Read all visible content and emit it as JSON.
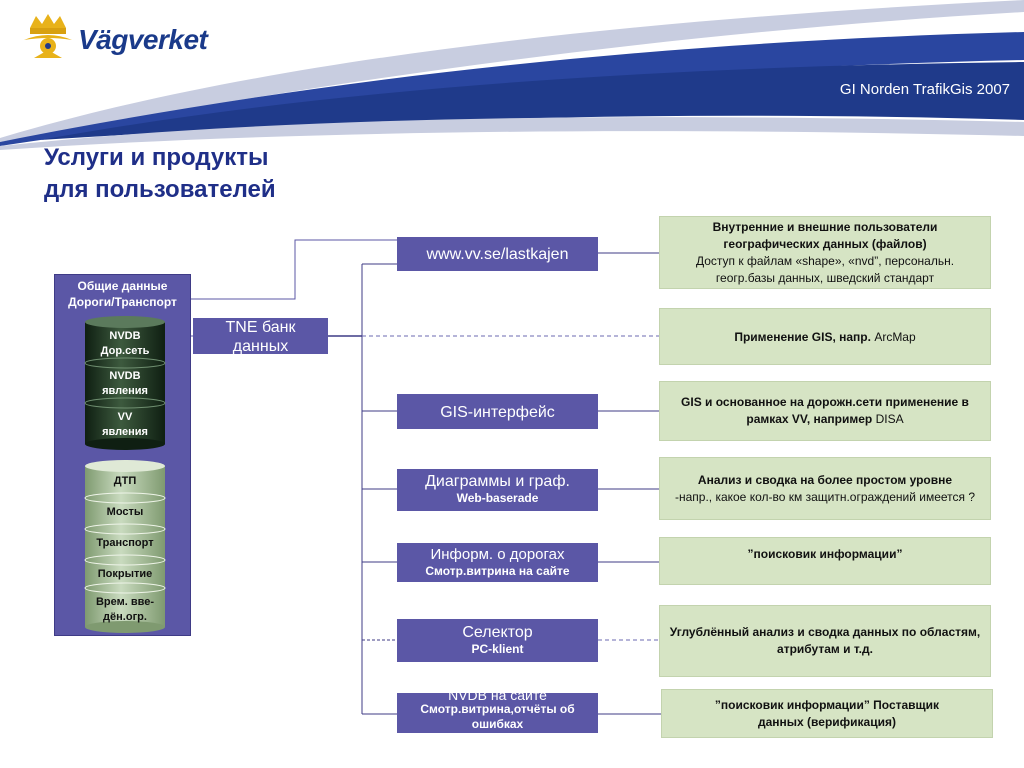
{
  "header": {
    "brand": "Vägverket",
    "event": "GI Norden TrafikGis 2007"
  },
  "title": {
    "line1": "Услуги и продукты",
    "line2": "для пользователей"
  },
  "sources": {
    "title_line1": "Общие данные",
    "title_line2": "Дороги/Транспорт",
    "nvdb_stack": [
      {
        "line1": "NVDB",
        "line2": "Дор.сеть"
      },
      {
        "line1": "NVDB",
        "line2": "явления"
      },
      {
        "line1": "VV",
        "line2": "явления"
      }
    ],
    "other_stack": [
      {
        "line1": "ДТП",
        "line2": ""
      },
      {
        "line1": "Мосты",
        "line2": ""
      },
      {
        "line1": "Транспорт",
        "line2": ""
      },
      {
        "line1": "Покрытие",
        "line2": ""
      },
      {
        "line1": "Врем. вве-",
        "line2": "дён.огр."
      }
    ]
  },
  "tne": {
    "line1": "TNE банк",
    "line2": "данных"
  },
  "products": [
    {
      "line1": "www.vv.se/lastkajen",
      "line2": ""
    },
    {
      "line1": "GIS-интерфейс",
      "line2": ""
    },
    {
      "line1": "Диаграммы и граф.",
      "line2": "Web-baserade"
    },
    {
      "line1": "Информ. о дорогах",
      "line2": "Смотр.витрина на сайте"
    },
    {
      "line1": "Селектор",
      "line2": "PC-klient"
    },
    {
      "line1": "NVDB на сайте",
      "line2": "Смотр.витрина,отчёты об ошибках"
    }
  ],
  "descriptions": [
    {
      "bold": "Внутренние и внешние пользователи географических данных (файлов)",
      "normal": "Доступ к файлам «shape», «nvd”, персональн. геогр.базы данных, шведский стандарт"
    },
    {
      "bold": "Применение GIS, напр.",
      "normal": "ArcMap"
    },
    {
      "bold": "GIS и основанное на дорожн.сети применение в рамках VV, например",
      "normal": "DISA"
    },
    {
      "bold": "Анализ и сводка на более простом уровне",
      "normal": "-напр., какое кол-во км защитн.ограждений имеется ?"
    },
    {
      "bold": "”поисковик информации”",
      "normal": ""
    },
    {
      "bold": "Углублённый анализ и сводка данных по областям, атрибутам и т.д.",
      "normal": ""
    },
    {
      "bold": "”поисковик информации” Поставщик данных (верификация)",
      "normal": ""
    }
  ],
  "colors": {
    "primary_purple": "#5b57a6",
    "desc_green": "#d6e4c4",
    "title_blue": "#1f2f88",
    "swoosh_dark": "#1f3a8a",
    "swoosh_light": "#c8cde0"
  }
}
